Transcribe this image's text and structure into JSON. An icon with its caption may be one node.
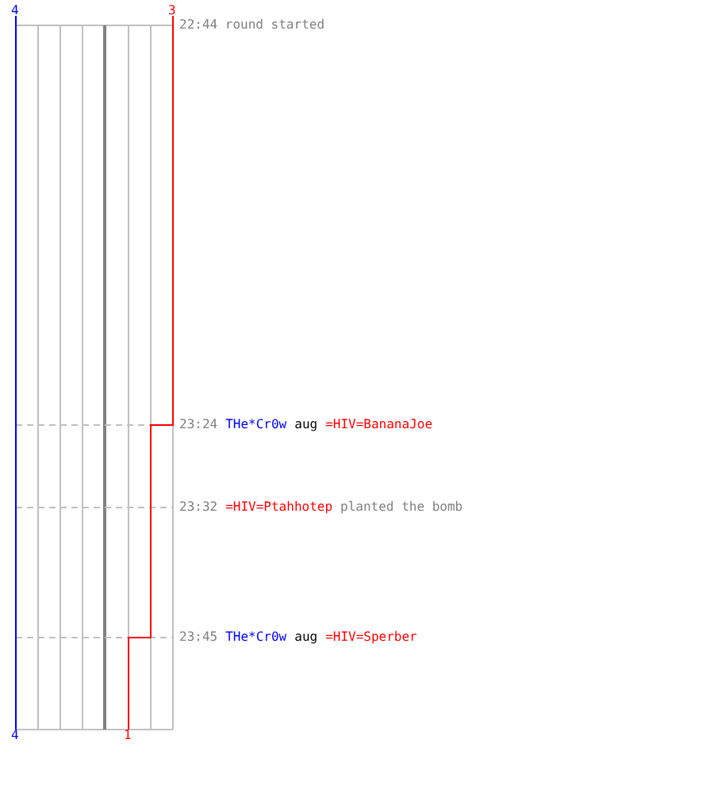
{
  "diagram": {
    "labels": [
      "4",
      "3",
      "22:44 round started",
      "23:24",
      "THe*Cr0w",
      "aug",
      "=HIV=BananaJoe",
      "23:32",
      "=HIV=Ptahhotep",
      "planted the bomb",
      "23:45",
      "THe*Cr0w",
      "aug",
      "=HIV=Sperber",
      "4",
      "1"
    ]
  }
}
